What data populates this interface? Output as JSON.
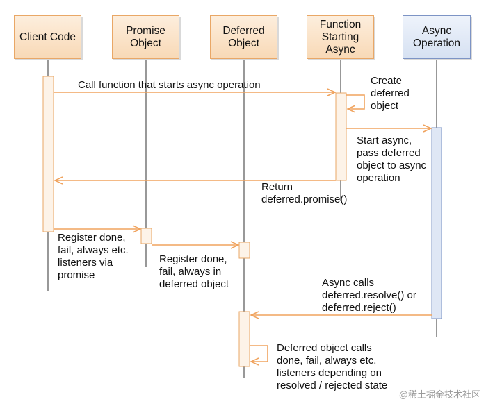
{
  "participants": [
    {
      "label": "Client Code"
    },
    {
      "label": "Promise\nObject"
    },
    {
      "label": "Deferred\nObject"
    },
    {
      "label": "Function\nStarting\nAsync"
    },
    {
      "label": "Async\nOperation"
    }
  ],
  "messages": {
    "m1": "Call function that starts async operation",
    "m2": "Create\ndeferred\nobject",
    "m3": "Start async,\npass deferred\nobject to async\noperation",
    "m4": "Return\ndeferred.promise()",
    "m5": "Register done,\nfail, always etc.\nlisteners via\npromise",
    "m6": "Register done,\nfail, always in\ndeferred object",
    "m7": "Async calls\ndeferred.resolve()  or\ndeferred.reject()",
    "m8": "Deferred object calls\ndone, fail, always etc.\nlisteners depending on\nresolved / rejected state"
  },
  "watermark": "@稀土掘金技术社区",
  "colors": {
    "arrow": "#f0a35e",
    "lifeline": "#555555"
  }
}
